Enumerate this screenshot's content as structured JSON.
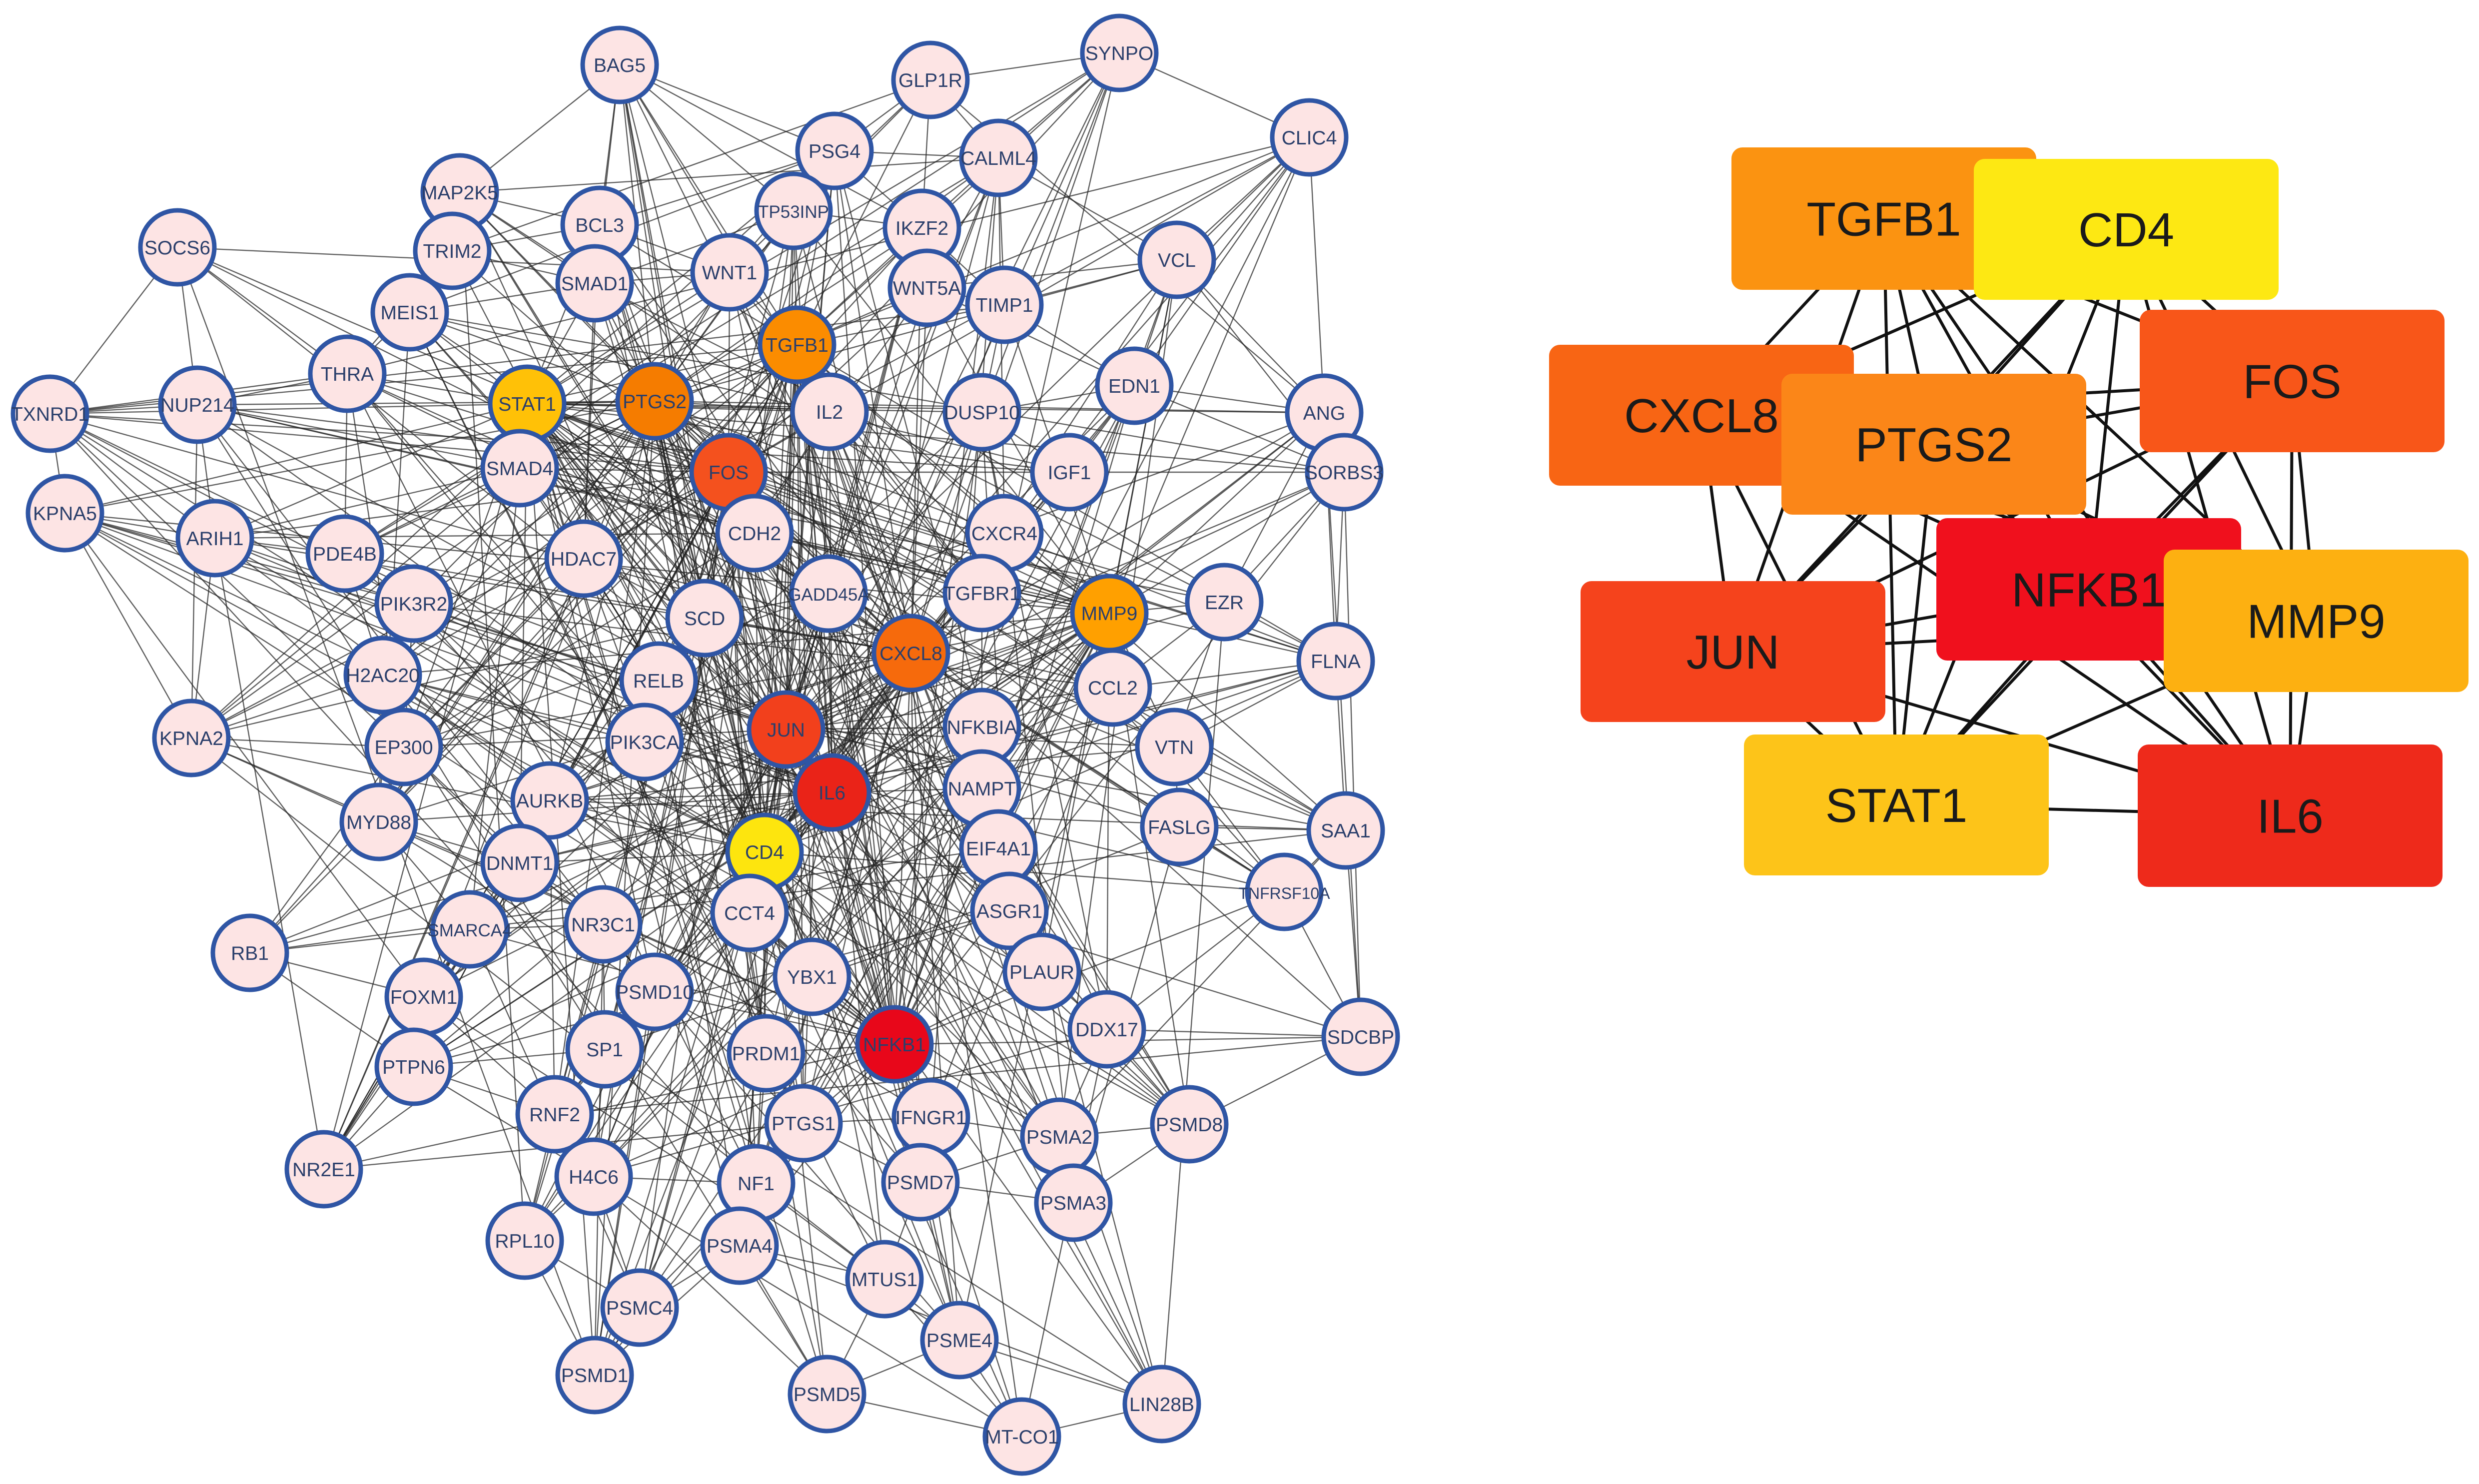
{
  "network": {
    "nodes": [
      {
        "id": "BAG5"
      },
      {
        "id": "GLP1R"
      },
      {
        "id": "SYNPO"
      },
      {
        "id": "PSG4"
      },
      {
        "id": "CALML4"
      },
      {
        "id": "CLIC4"
      },
      {
        "id": "MAP2K5"
      },
      {
        "id": "TP53INP"
      },
      {
        "id": "BCL3"
      },
      {
        "id": "IKZF2"
      },
      {
        "id": "SOCS6"
      },
      {
        "id": "TRIM2"
      },
      {
        "id": "VCL"
      },
      {
        "id": "SMAD1"
      },
      {
        "id": "WNT1"
      },
      {
        "id": "WNT5A"
      },
      {
        "id": "MEIS1"
      },
      {
        "id": "TGFB1",
        "color": "#fb8c00"
      },
      {
        "id": "TIMP1"
      },
      {
        "id": "THRA"
      },
      {
        "id": "EDN1"
      },
      {
        "id": "TXNRD1"
      },
      {
        "id": "NUP214"
      },
      {
        "id": "STAT1",
        "color": "#ffc107"
      },
      {
        "id": "PTGS2",
        "color": "#f57c00"
      },
      {
        "id": "IL2"
      },
      {
        "id": "DUSP10"
      },
      {
        "id": "ANG"
      },
      {
        "id": "FOS",
        "color": "#f4511e"
      },
      {
        "id": "SMAD4"
      },
      {
        "id": "IGF1"
      },
      {
        "id": "SORBS3"
      },
      {
        "id": "KPNA5"
      },
      {
        "id": "ARIH1"
      },
      {
        "id": "PDE4B"
      },
      {
        "id": "HDAC7"
      },
      {
        "id": "CDH2"
      },
      {
        "id": "CXCR4"
      },
      {
        "id": "GADD45A"
      },
      {
        "id": "TGFBR1"
      },
      {
        "id": "MMP9",
        "color": "#ffa000"
      },
      {
        "id": "EZR"
      },
      {
        "id": "PIK3R2"
      },
      {
        "id": "SCD"
      },
      {
        "id": "CXCL8",
        "color": "#f66a0c"
      },
      {
        "id": "FLNA"
      },
      {
        "id": "H2AC20"
      },
      {
        "id": "RELB"
      },
      {
        "id": "CCL2"
      },
      {
        "id": "JUN",
        "color": "#f2401c"
      },
      {
        "id": "NFKBIA"
      },
      {
        "id": "KPNA2"
      },
      {
        "id": "EP300"
      },
      {
        "id": "PIK3CA"
      },
      {
        "id": "VTN"
      },
      {
        "id": "IL6",
        "color": "#ea2318"
      },
      {
        "id": "NAMPT"
      },
      {
        "id": "MYD88"
      },
      {
        "id": "AURKB"
      },
      {
        "id": "FASLG"
      },
      {
        "id": "SAA1"
      },
      {
        "id": "DNMT1"
      },
      {
        "id": "CD4",
        "color": "#fde50e"
      },
      {
        "id": "EIF4A1"
      },
      {
        "id": "TNFRSF10A"
      },
      {
        "id": "SMARCA4"
      },
      {
        "id": "NR3C1"
      },
      {
        "id": "CCT4"
      },
      {
        "id": "ASGR1"
      },
      {
        "id": "RB1"
      },
      {
        "id": "YBX1"
      },
      {
        "id": "FOXM1"
      },
      {
        "id": "PSMD10"
      },
      {
        "id": "PLAUR"
      },
      {
        "id": "SDCBP"
      },
      {
        "id": "SP1"
      },
      {
        "id": "PRDM1"
      },
      {
        "id": "NFKB1",
        "color": "#e8071a"
      },
      {
        "id": "DDX17"
      },
      {
        "id": "PTPN6"
      },
      {
        "id": "NR2E1"
      },
      {
        "id": "RNF2"
      },
      {
        "id": "PTGS1"
      },
      {
        "id": "IFNGR1"
      },
      {
        "id": "PSMA2"
      },
      {
        "id": "PSMD8"
      },
      {
        "id": "H4C6"
      },
      {
        "id": "NF1"
      },
      {
        "id": "PSMD7"
      },
      {
        "id": "PSMA3"
      },
      {
        "id": "RPL10"
      },
      {
        "id": "PSMA4"
      },
      {
        "id": "MTUS1"
      },
      {
        "id": "PSMC4"
      },
      {
        "id": "PSME4"
      },
      {
        "id": "PSMD1"
      },
      {
        "id": "PSMD5"
      },
      {
        "id": "LIN28B"
      },
      {
        "id": "MT-CO1"
      }
    ],
    "default_fill": "#fde4e4",
    "stroke_color": "#2f55a4",
    "edge_color": "#222222"
  },
  "hub_panel": {
    "boxes": [
      {
        "label": "TGFB1",
        "color": "#fb9311"
      },
      {
        "label": "CD4",
        "color": "#fde813"
      },
      {
        "label": "CXCL8",
        "color": "#f86514"
      },
      {
        "label": "FOS",
        "color": "#f85619"
      },
      {
        "label": "PTGS2",
        "color": "#fb8618"
      },
      {
        "label": "NFKB1",
        "color": "#f0101d"
      },
      {
        "label": "MMP9",
        "color": "#fdb011"
      },
      {
        "label": "JUN",
        "color": "#f5431c"
      },
      {
        "label": "STAT1",
        "color": "#fdc419"
      },
      {
        "label": "IL6",
        "color": "#ee2a1b"
      }
    ],
    "edge_color": "#111111"
  }
}
